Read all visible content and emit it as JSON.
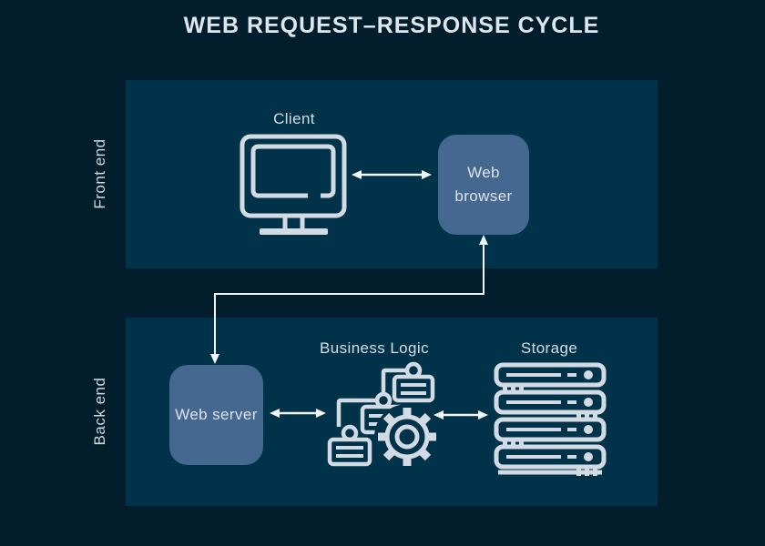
{
  "title": "WEB REQUEST–RESPONSE CYCLE",
  "colors": {
    "background": "#021E2D",
    "panel": "#003249",
    "node_box": "#456890",
    "icon_line": "#D2DBE3",
    "arrow": "#F2F6F8",
    "text_light": "#DDE6EC"
  },
  "sections": {
    "front_end": {
      "label": "Front end",
      "client_label": "Client",
      "browser_label": "Web browser"
    },
    "back_end": {
      "label": "Back end",
      "server_label": "Web server",
      "business_logic_label": "Business Logic",
      "storage_label": "Storage"
    }
  },
  "icons": {
    "client": "desktop-monitor-icon",
    "business_logic": "workflow-gear-icon",
    "storage": "server-rack-icon"
  },
  "connections": [
    {
      "from": "client",
      "to": "web-browser",
      "type": "double-headed-arrow"
    },
    {
      "from": "web-browser",
      "to": "web-server",
      "type": "double-headed-elbow-arrow"
    },
    {
      "from": "web-server",
      "to": "business-logic",
      "type": "double-headed-arrow"
    },
    {
      "from": "business-logic",
      "to": "storage",
      "type": "double-headed-arrow"
    }
  ]
}
